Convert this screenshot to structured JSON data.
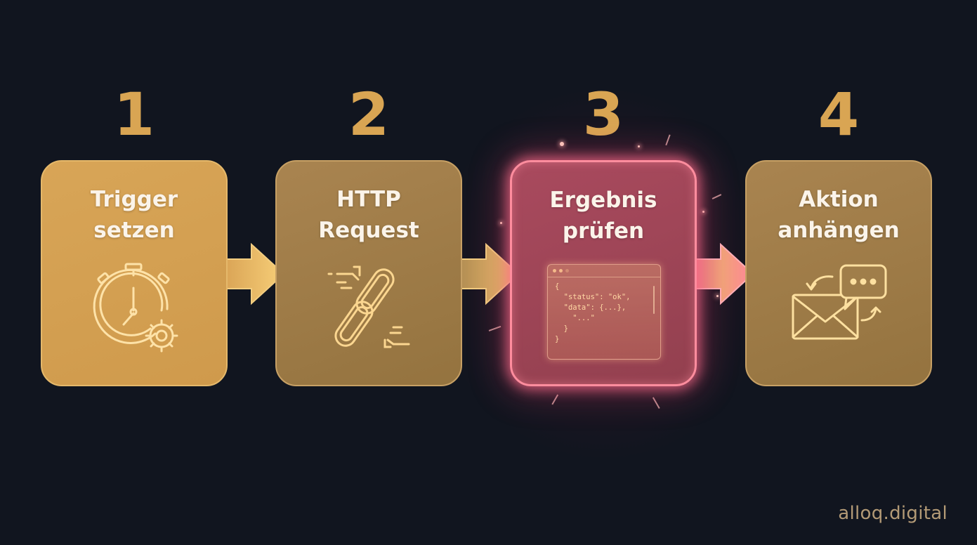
{
  "diagram": {
    "type": "process-flow",
    "direction": "left-to-right",
    "steps": [
      {
        "number": "1",
        "title": "Trigger\nsetzen",
        "icon": "stopwatch-gear-icon",
        "highlighted": false,
        "color": "#d8a557"
      },
      {
        "number": "2",
        "title": "HTTP\nRequest",
        "icon": "chain-link-icon",
        "highlighted": false,
        "color": "#a98450"
      },
      {
        "number": "3",
        "title": "Ergebnis\nprüfen",
        "icon": "json-code-window-icon",
        "highlighted": true,
        "color": "#a94a5e"
      },
      {
        "number": "4",
        "title": "Aktion\nanhängen",
        "icon": "mail-chat-icon",
        "highlighted": false,
        "color": "#a98450"
      }
    ],
    "code_snippet": {
      "lines": [
        "{",
        "  \"status\": \"ok\",",
        "  \"data\": {...},",
        "    \"...\"",
        "  }",
        "}"
      ]
    },
    "connectors": [
      "arrow-1-to-2",
      "arrow-2-to-3",
      "arrow-3-to-4"
    ]
  },
  "colors": {
    "background": "#11151f",
    "number": "#d9a553",
    "highlight_border": "#ff8d9e",
    "title_text": "#fbf4ea",
    "brand_text": "#b39a76"
  },
  "brand": {
    "label": "alloq.digital"
  }
}
